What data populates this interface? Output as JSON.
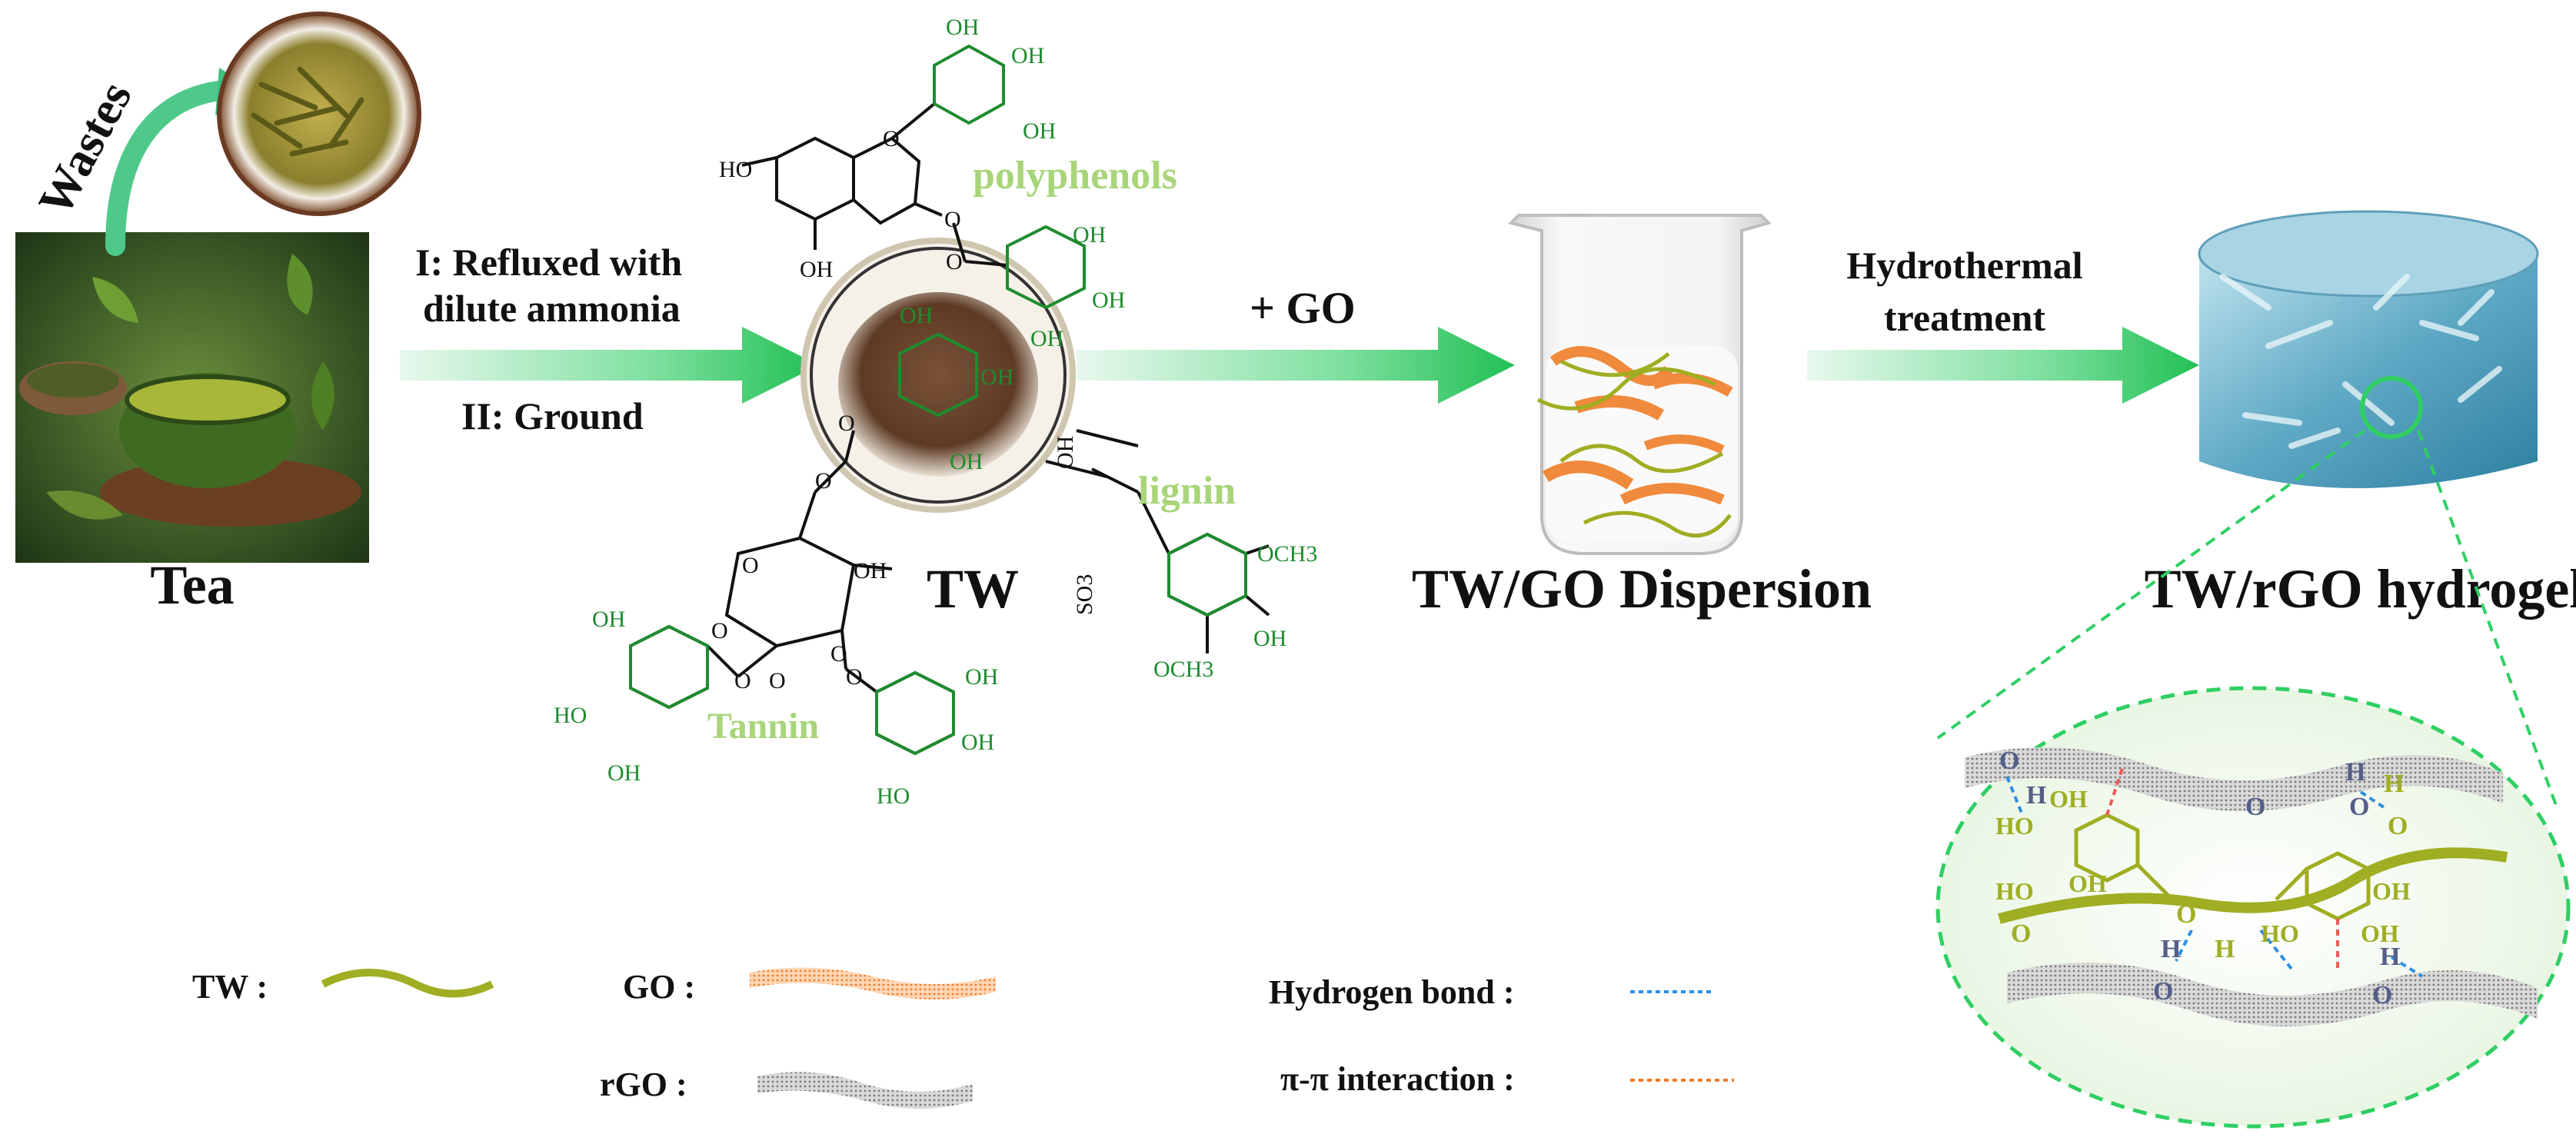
{
  "process": {
    "wastes_label": "Wastes",
    "tea_label": "Tea",
    "step1_line1": "I: Refluxed with",
    "step1_line2": "dilute ammonia",
    "step2": "II: Ground",
    "tw_label": "TW",
    "plus_go": "+ GO",
    "dispersion_label": "TW/GO Dispersion",
    "hydro_line1": "Hydrothermal",
    "hydro_line2": "treatment",
    "hydrogel_label": "TW/rGO hydrogel"
  },
  "chemistry": {
    "polyphenols": "polyphenols",
    "lignin": "lignin",
    "tannin": "Tannin",
    "oh": "OH",
    "ho": "HO",
    "o": "O",
    "och3": "OCH3",
    "so3": "SO3"
  },
  "inset": {
    "o": "O",
    "h": "H",
    "oh": "OH",
    "ho": "HO"
  },
  "legend": {
    "tw": "TW :",
    "go": "GO :",
    "rgo": "rGO :",
    "hbond": "Hydrogen bond :",
    "pipi": "π-π interaction :"
  },
  "colors": {
    "arrow_green": "#2fcf63",
    "chem_green": "#1e8c2e",
    "label_green": "#a9d57a",
    "tw_fiber": "#9fae22",
    "go_orange": "#f08a3c",
    "rgo_gray": "#9a9a9a",
    "hbond_blue": "#2f8fe0",
    "pipi_red": "#f05a5a",
    "hydrogel_blue": "#6fb6cf"
  }
}
